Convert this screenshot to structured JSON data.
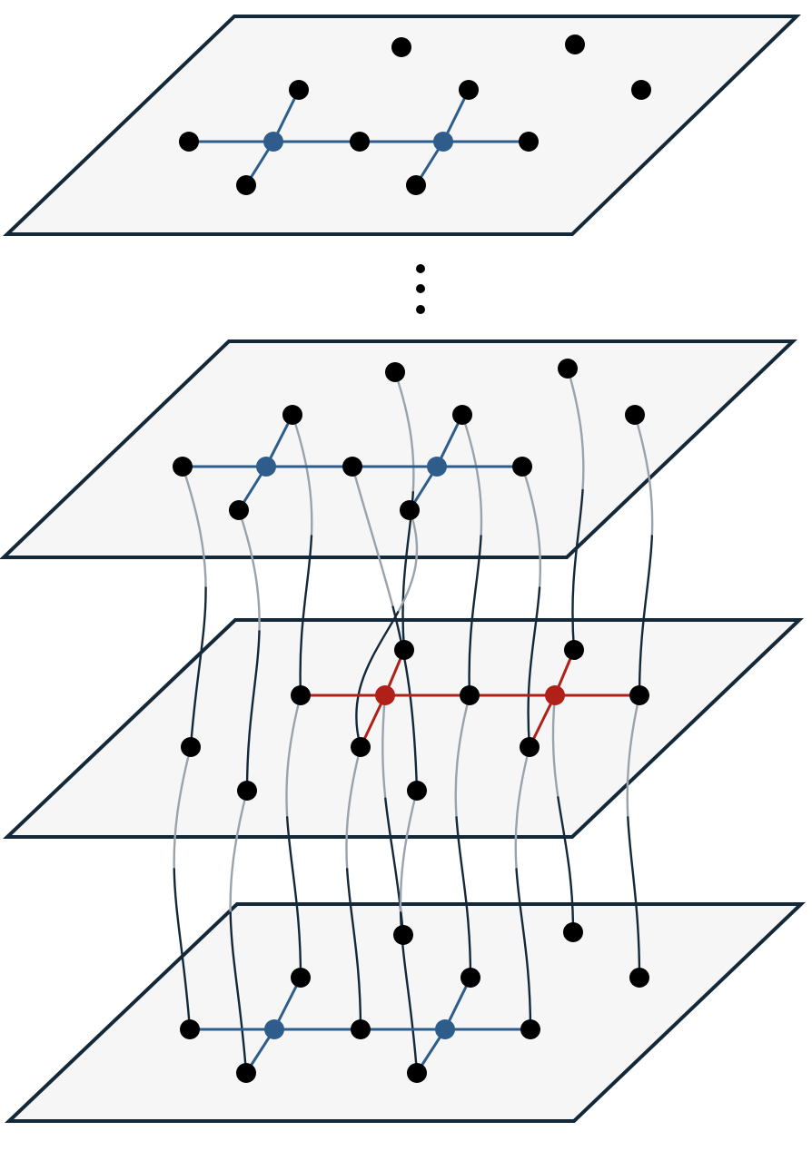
{
  "colors": {
    "plane_fill": "#f6f6f6",
    "plane_stroke": "#132838",
    "node_black": "#000000",
    "node_blue": "#2e5d8c",
    "edge_blue": "#2e5d8c",
    "node_red": "#b02018",
    "edge_red": "#b02018",
    "connector_dark": "#132838",
    "connector_light": "#9aa3ab",
    "ellipsis_dots": "#000000"
  },
  "icons": {
    "node": "filled-circle",
    "ellipsis": "vertical-ellipsis"
  },
  "layers": [
    {
      "name": "layer-top",
      "highlight": "blue"
    },
    {
      "name": "layer-upper",
      "highlight": "blue"
    },
    {
      "name": "layer-middle",
      "highlight": "red"
    },
    {
      "name": "layer-bottom",
      "highlight": "blue"
    }
  ]
}
